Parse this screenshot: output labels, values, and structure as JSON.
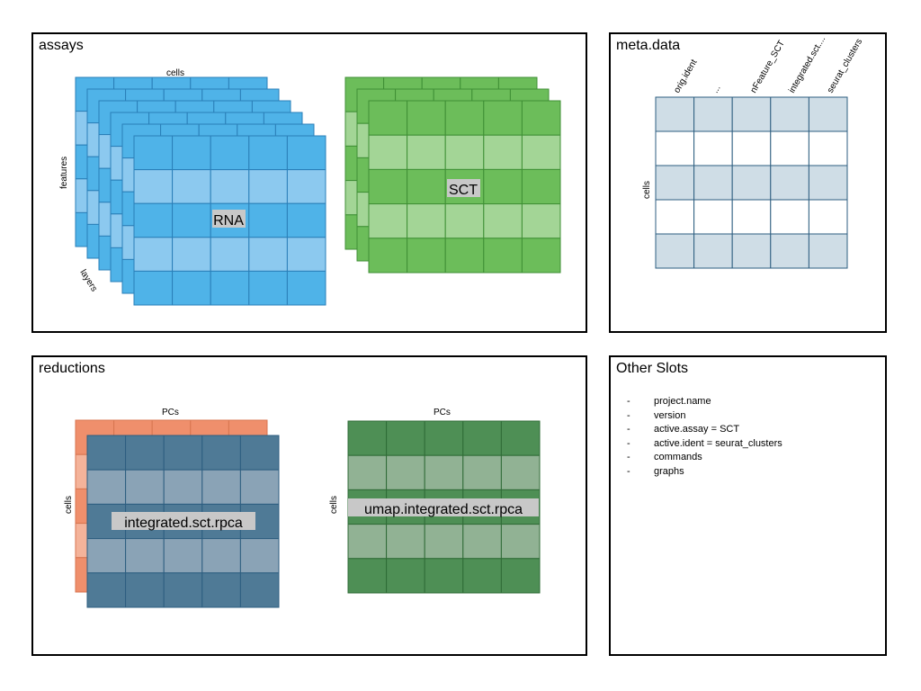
{
  "assays": {
    "title": "assays",
    "cells_label": "cells",
    "features_label": "features",
    "layers_label": "layers",
    "rna_label": "RNA",
    "sct_label": "SCT"
  },
  "meta_data": {
    "title": "meta.data",
    "cells_label": "cells",
    "columns": [
      "orig.ident",
      "...",
      "nFeature_SCT",
      "integrated.sct....",
      "seurat_clusters"
    ]
  },
  "reductions": {
    "title": "reductions",
    "pcs_label_left": "PCs",
    "pcs_label_right": "PCs",
    "cells_label_left": "cells",
    "cells_label_right": "cells",
    "left_label": "integrated.sct.rpca",
    "right_label": "umap.integrated.sct.rpca"
  },
  "other_slots": {
    "title": "Other Slots",
    "items": [
      "project.name",
      "version",
      "active.assay = SCT",
      "active.ident = seurat_clusters",
      "commands",
      "graphs"
    ]
  },
  "colors": {
    "rna_blue": "#4fb3e8",
    "rna_border": "#2a7fb8",
    "sct_green": "#6cbd5a",
    "sct_border": "#3f8f35",
    "pca_orange": "#ef8f6c",
    "pca_blue": "#4f7a96",
    "umap_green": "#4e8f55",
    "meta_fill": "#cfdde6",
    "meta_border": "#2d5e80"
  }
}
